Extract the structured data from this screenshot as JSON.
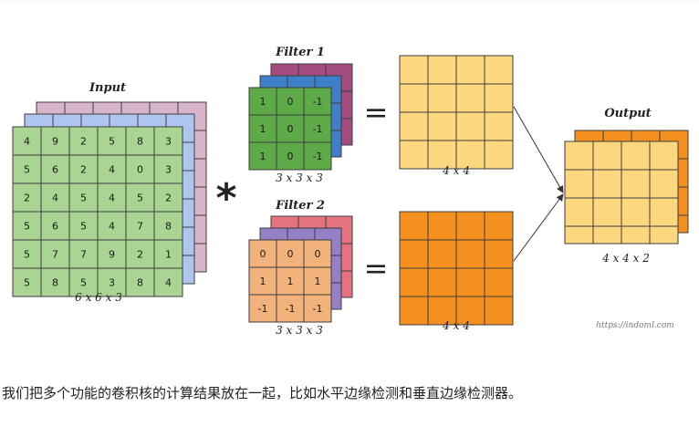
{
  "labels": {
    "input_title": "Input",
    "filter1_title": "Filter 1",
    "filter2_title": "Filter 2",
    "output_title": "Output",
    "input_dims": "6 x 6 x 3",
    "filter1_dims": "3 x 3 x 3",
    "filter2_dims": "3 x 3 x 3",
    "result1_dims": "4 x 4",
    "result2_dims": "4 x 4",
    "output_dims": "4 x 4 x 2",
    "conv_symbol": "*",
    "equals_symbol": "=",
    "watermark": "https://indoml.com"
  },
  "input_matrix": [
    [
      "4",
      "9",
      "2",
      "5",
      "8",
      "3"
    ],
    [
      "5",
      "6",
      "2",
      "4",
      "0",
      "3"
    ],
    [
      "2",
      "4",
      "5",
      "4",
      "5",
      "2"
    ],
    [
      "5",
      "6",
      "5",
      "4",
      "7",
      "8"
    ],
    [
      "5",
      "7",
      "7",
      "9",
      "2",
      "1"
    ],
    [
      "5",
      "8",
      "5",
      "3",
      "8",
      "4"
    ]
  ],
  "filter1_matrix": [
    [
      "1",
      "0",
      "-1"
    ],
    [
      "1",
      "0",
      "-1"
    ],
    [
      "1",
      "0",
      "-1"
    ]
  ],
  "filter2_matrix": [
    [
      "0",
      "0",
      "0"
    ],
    [
      "1",
      "1",
      "1"
    ],
    [
      "-1",
      "-1",
      "-1"
    ]
  ],
  "caption": "我们把多个功能的卷积核的计算结果放在一起，比如水平边缘检测和垂直边缘检测器。",
  "colors": {
    "input_front": "#a9d493",
    "input_mid": "#aec6ef",
    "input_back": "#d9b5cc",
    "filter1_front": "#5ea948",
    "filter1_mid": "#3f7fc8",
    "filter1_back": "#a24c80",
    "filter2_front": "#f2b27c",
    "filter2_mid": "#9580c6",
    "filter2_back": "#e5737f",
    "result1": "#fcd77f",
    "result2": "#f5901f",
    "output_front": "#fcd77f",
    "output_back": "#f5901f",
    "grid_line": "#3d3d3d"
  }
}
